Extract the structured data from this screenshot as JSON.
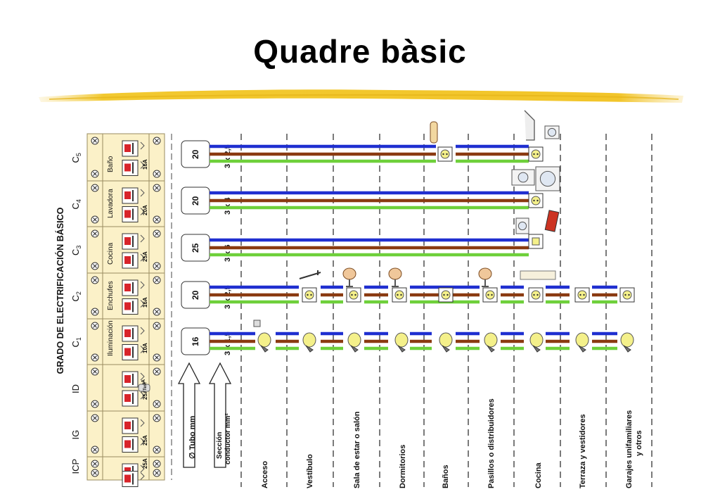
{
  "title": "Quadre bàsic",
  "side_label": "GRADO DE ELECTRIFICACIÓN BÁSICO",
  "panel": [
    {
      "code": "ICP",
      "sub": "",
      "label": "",
      "rating": "25A"
    },
    {
      "code": "IG",
      "sub": "",
      "label": "",
      "rating": "25A"
    },
    {
      "code": "ID",
      "sub": "",
      "label": "",
      "rating": "25A",
      "sens": "30mA",
      "test": "Test"
    },
    {
      "code": "C",
      "sub": "1",
      "label": "Iluminación",
      "rating": "10A"
    },
    {
      "code": "C",
      "sub": "2",
      "label": "Enchufes",
      "rating": "16A"
    },
    {
      "code": "C",
      "sub": "3",
      "label": "Cocina",
      "rating": "25A"
    },
    {
      "code": "C",
      "sub": "4",
      "label": "Lavadora",
      "rating": "20A"
    },
    {
      "code": "C",
      "sub": "5",
      "label": "Baño",
      "rating": "16A"
    }
  ],
  "circuits": [
    {
      "id": "C5",
      "tube": "20",
      "section": "3 x 2,5"
    },
    {
      "id": "C4",
      "tube": "20",
      "section": "3 x 4"
    },
    {
      "id": "C3",
      "tube": "25",
      "section": "3 x 6"
    },
    {
      "id": "C2",
      "tube": "20",
      "section": "3 x 2,5"
    },
    {
      "id": "C1",
      "tube": "16",
      "section": "3 x 1,5"
    }
  ],
  "arrows": {
    "tube": "∅ Tubo mm",
    "section_line1": "Sección",
    "section_line2": "conductor mm²"
  },
  "rooms": [
    {
      "line1": "Acceso",
      "line2": ""
    },
    {
      "line1": "Vestíbulo",
      "line2": ""
    },
    {
      "line1": "Sala de estar o salón",
      "line2": ""
    },
    {
      "line1": "Dormitorios",
      "line2": ""
    },
    {
      "line1": "Baños",
      "line2": ""
    },
    {
      "line1": "Pasillos o distribuidores",
      "line2": ""
    },
    {
      "line1": "Cocina",
      "line2": ""
    },
    {
      "line1": "Terraza  y  vestidores",
      "line2": ""
    },
    {
      "line1": "Garajes unifamiliares",
      "line2": "y otros"
    }
  ],
  "colors": {
    "phase": "#1f2fd0",
    "neutral": "#8a3a10",
    "earth": "#6ed03a",
    "panel_bg": "#fbf1c8",
    "highlight": "#f0c020"
  },
  "icons": [
    "lamp-icon",
    "socket-icon",
    "bell-icon",
    "desk-lamp-icon",
    "table-lamp-icon",
    "water-heater-icon",
    "washing-machine-icon",
    "oven-icon",
    "extractor-icon",
    "dishwasher-icon",
    "cooktop-icon"
  ]
}
